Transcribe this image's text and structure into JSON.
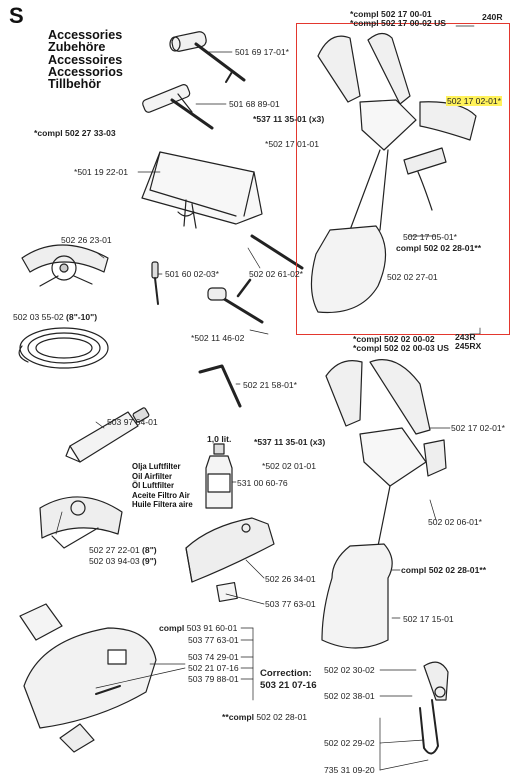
{
  "page": {
    "section_letter": "S",
    "titles": [
      "Accessories",
      "Zubehöre",
      "Accessoires",
      "Accessorios",
      "Tillbehör"
    ],
    "highlight_color": "#e3372e",
    "highlight_fill": "#fff25a"
  },
  "labels": {
    "p501691701": "501 69 17-01*",
    "p501688901": "501 68 89-01",
    "compl50227303": "*compl 502 27 33-03",
    "p501192201": "*501 19 22-01",
    "p502262301": "502 26 23-01",
    "p501600203": "501 60 02-03*",
    "p502026102": "502 02 61-02*",
    "p502035502": "502 03 55-02",
    "p502035502_size": "(8\"-10\")",
    "p502114602": "*502 11 46-02",
    "p502215801": "502 21 58-01*",
    "p503976401": "503 97 64-01",
    "oil_volume": "1,0 lit.",
    "oil_names": [
      "Olja Luftfilter",
      "Oil Airfilter",
      "Öl Luftfilter",
      "Aceite Filtro Air",
      "Huile Filtera aire"
    ],
    "p531006076": "531 00 60-76",
    "p502272201": "502 27 22-01",
    "p502272201_size": "(8\")",
    "p502039403": "502 03 94-03",
    "p502039403_size": "(9\")",
    "p502263401": "502 26 34-01",
    "p503776301_a": "503 77 63-01",
    "compl503916001_pre": "compl",
    "compl503916001": "503 91 60-01",
    "p503776301_b": "503 77 63-01",
    "p503742901": "503 74 29-01",
    "p502210716": "502 21 07-16",
    "p503798801": "503 79 88-01",
    "correction_title": "Correction:",
    "correction_value": "503 21 07-16",
    "compl502022801_bottom_pre": "**compl",
    "compl502022801_bottom": "502 02 28-01",
    "h1_compl_a": "*compl 502 17 00-01",
    "h1_compl_b": "*compl 502 17 00-02",
    "h1_us": "US",
    "h1_model": "240R",
    "h1_p5021702": "502 17 02-01*",
    "h1_p537113501": "*537 11 35-01 (x3)",
    "h1_p502170101": "*502 17 01-01",
    "h1_p502170501": "502 17 05-01*",
    "h1_compl502022801_pre": "compl",
    "h1_compl502022801": "502 02 28-01**",
    "h1_p502022701": "502 02 27-01",
    "h2_compl_a": "*compl 502 02 00-02",
    "h2_compl_b": "*compl 502 02 00-03",
    "h2_us": "US",
    "h2_model_a": "243R",
    "h2_model_b": "245RX",
    "h2_p502170201": "502 17 02-01*",
    "h2_p537113501": "*537 11 35-01 (x3)",
    "h2_p502020101": "*502 02 01-01",
    "h2_p502020601": "502 02 06-01*",
    "h2_compl502022801_pre": "compl",
    "h2_compl502022801": "502 02 28-01**",
    "h2_p502171501": "502 17 15-01",
    "hk_p502023002": "502 02 30-02",
    "hk_p502023801": "502 02 38-01",
    "hk_p502022902": "502 02 29-02",
    "hk_p735310920": "735 31 09-20"
  }
}
